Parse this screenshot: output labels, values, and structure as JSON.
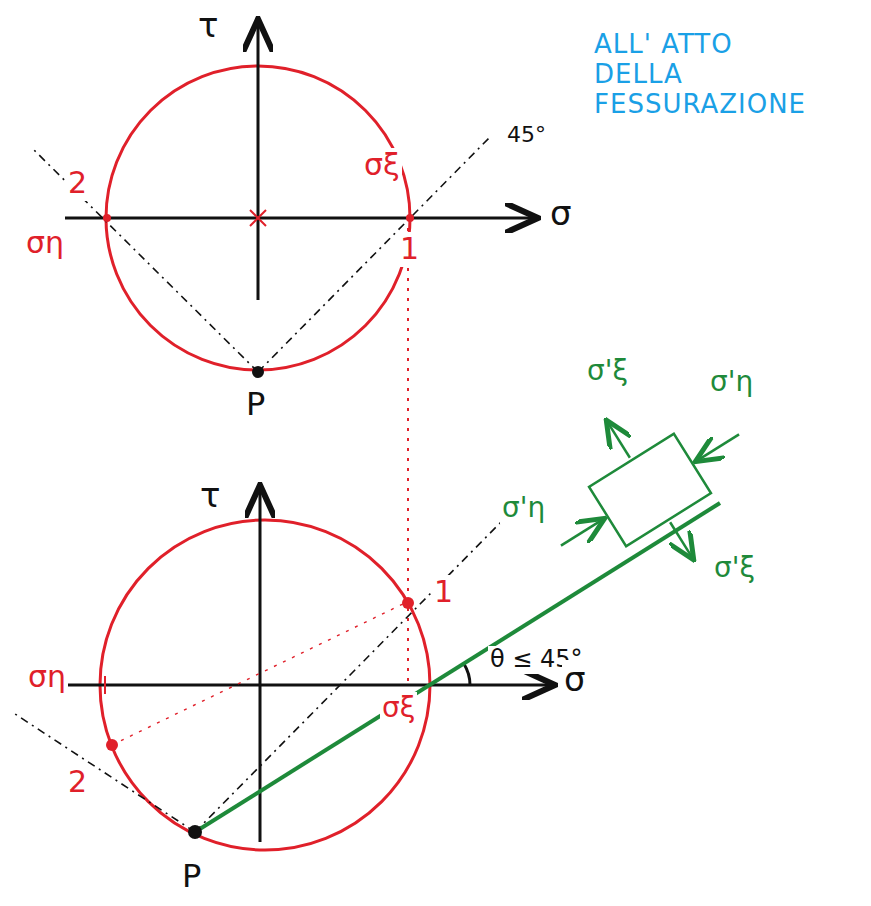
{
  "diagram": {
    "labels": [
      "ALL' ATTO DELLA FESSURAZIONE",
      "τ",
      "2",
      "σξ",
      "45°",
      "σ",
      "ση",
      "1",
      "P",
      "σ'ξ",
      "σ'η",
      "σ'η",
      "τ",
      "1",
      "θ ≤ 45°",
      "σ",
      "ση",
      "σξ",
      "2",
      "σ'ξ",
      "P"
    ]
  }
}
